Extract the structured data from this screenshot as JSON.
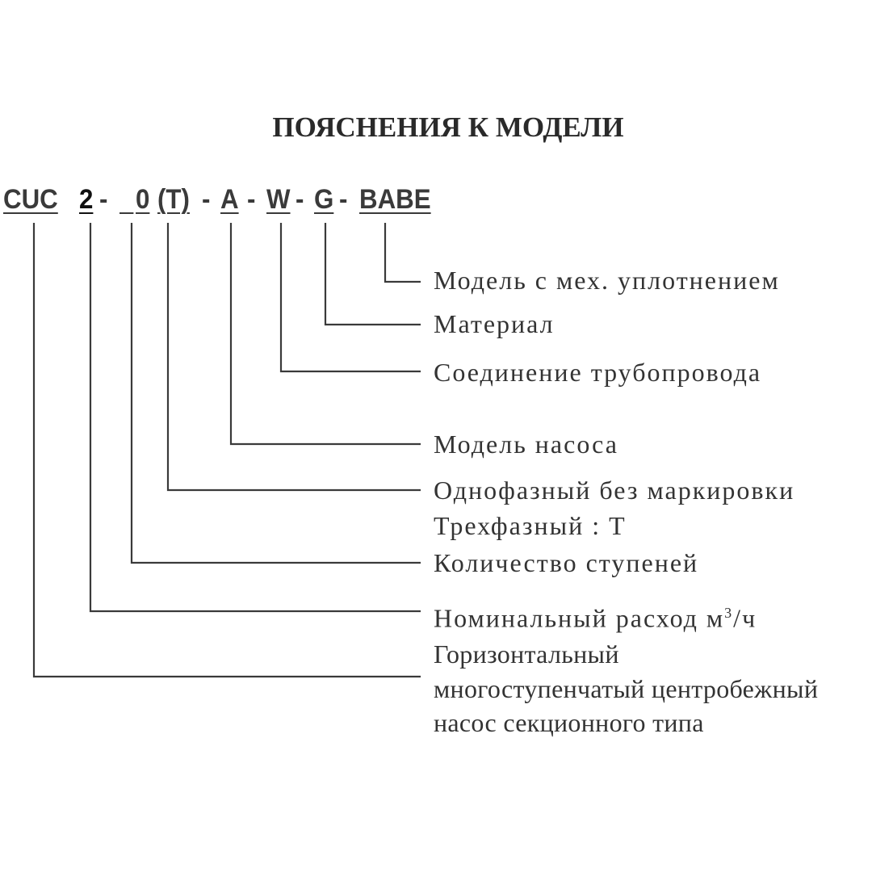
{
  "title": "ПОЯСНЕНИЯ К МОДЕЛИ",
  "code": {
    "series": "CUC",
    "flow": "2",
    "sep": "-",
    "stages": "0",
    "phase": "(T)",
    "pump_model": "A",
    "connection": "W",
    "material": "G",
    "seal": "BABE"
  },
  "labels": {
    "seal": "Модель с мех. уплотнением",
    "material": "Материал",
    "connection": "Соединение трубопровода",
    "pump_model": "Модель насоса",
    "phase_line1": "Однофазный без маркировки",
    "phase_line2": "Трехфазный : Т",
    "stages": "Количество ступеней",
    "flow_text": "Номинальный расход м",
    "flow_sup": "3",
    "flow_unit": "/ч",
    "series_line1": "Горизонтальный",
    "series_line2": "многоступенчатый центробежный",
    "series_line3": "насос секционного типа"
  }
}
